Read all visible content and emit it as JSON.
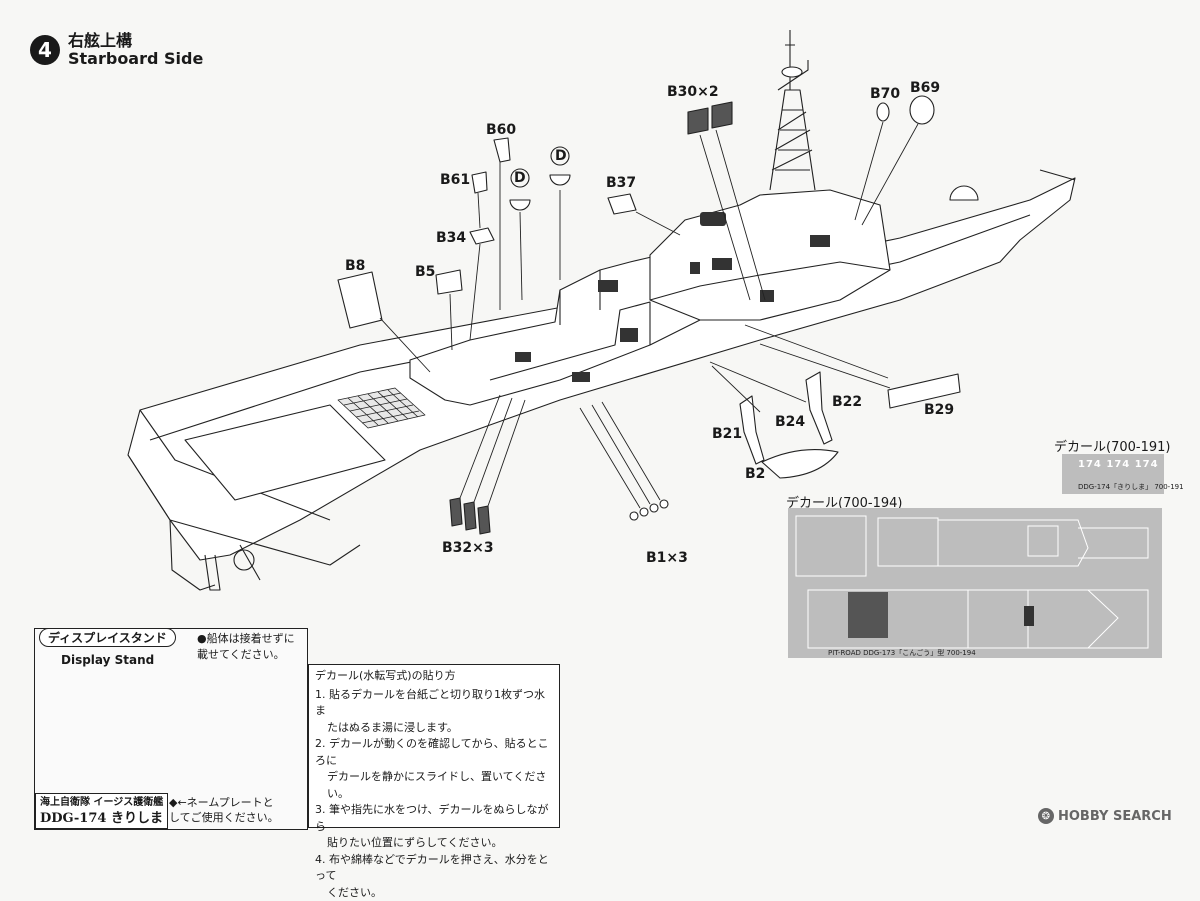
{
  "step": {
    "number": "4",
    "title_jp": "右舷上構",
    "title_en": "Starboard Side"
  },
  "parts": {
    "b30": "B30×2",
    "b70": "B70",
    "b69": "B69",
    "b60": "B60",
    "d1": "D",
    "d2": "D",
    "b61": "B61",
    "b37": "B37",
    "b34": "B34",
    "b8": "B8",
    "b5": "B5",
    "b22": "B22",
    "b24": "B24",
    "b21": "B21",
    "b29": "B29",
    "b2": "B2",
    "b32": "B32×3",
    "b1": "B1×3"
  },
  "decal_191": {
    "label": "デカール(700-191)",
    "sheet_text": "174 174 174",
    "caption": "DDG-174「きりしま」 700-191"
  },
  "decal_194": {
    "label": "デカール(700-194)",
    "caption": "PIT-ROAD DDG-173「こんごう」型 700-194"
  },
  "display_stand": {
    "title": "ディスプレイスタンド",
    "title_en": "Display Stand",
    "note": "●船体は接着せずに載せてください。",
    "plate_line1": "海上自衛隊 イージス護衛艦",
    "plate_line2": "DDG-174 きりしま",
    "plate_note_1": "◆←ネームプレートと",
    "plate_note_2": "してご使用ください。"
  },
  "instructions": {
    "title": "デカール(水転写式)の貼り方",
    "lines": [
      "1. 貼るデカールを台紙ごと切り取り1枚ずつ水ま",
      "たはぬるま湯に浸します。",
      "2. デカールが動くのを確認してから、貼るところに",
      "デカールを静かにスライドし、置いてください。",
      "3. 筆や指先に水をつけ、デカールをぬらしながら",
      "貼りたい位置にずらしてください。",
      "4. 布や綿棒などでデカールを押さえ、水分をとって",
      "ください。"
    ]
  },
  "watermark": "HOBBY SEARCH"
}
